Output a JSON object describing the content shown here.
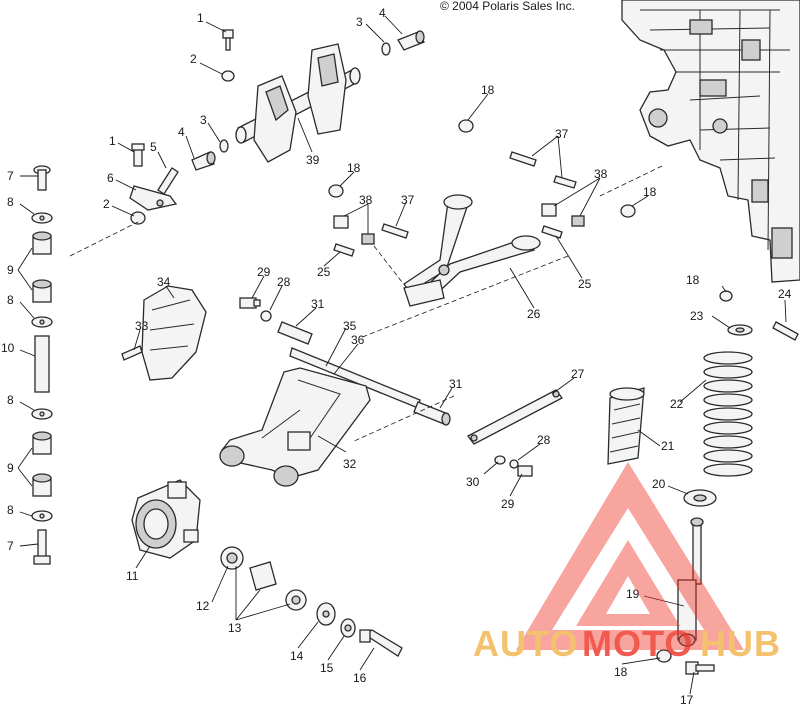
{
  "copyright": "© 2004 Polaris Sales Inc.",
  "watermark": {
    "text_a": "AUTO",
    "text_b": "MOTO",
    "text_c": "HUB",
    "color_a": "#f2b24a",
    "color_b": "#ee3124",
    "color_c": "#f2b24a"
  },
  "callouts": [
    {
      "id": "c1a",
      "label": "1"
    },
    {
      "id": "c2a",
      "label": "2"
    },
    {
      "id": "c3a",
      "label": "3"
    },
    {
      "id": "c4a",
      "label": "4"
    },
    {
      "id": "c39",
      "label": "39"
    },
    {
      "id": "c1b",
      "label": "1"
    },
    {
      "id": "c5",
      "label": "5"
    },
    {
      "id": "c4b",
      "label": "4"
    },
    {
      "id": "c3b",
      "label": "3"
    },
    {
      "id": "c6",
      "label": "6"
    },
    {
      "id": "c2b",
      "label": "2"
    },
    {
      "id": "c7a",
      "label": "7"
    },
    {
      "id": "c8a",
      "label": "8"
    },
    {
      "id": "c9a",
      "label": "9"
    },
    {
      "id": "c8b",
      "label": "8"
    },
    {
      "id": "c10",
      "label": "10"
    },
    {
      "id": "c8c",
      "label": "8"
    },
    {
      "id": "c9b",
      "label": "9"
    },
    {
      "id": "c8d",
      "label": "8"
    },
    {
      "id": "c7b",
      "label": "7"
    },
    {
      "id": "c18a",
      "label": "18"
    },
    {
      "id": "c18b",
      "label": "18"
    },
    {
      "id": "c37a",
      "label": "37"
    },
    {
      "id": "c38a",
      "label": "38"
    },
    {
      "id": "c37b",
      "label": "37"
    },
    {
      "id": "c25a",
      "label": "25"
    },
    {
      "id": "c38b",
      "label": "38"
    },
    {
      "id": "c18c",
      "label": "18"
    },
    {
      "id": "c26",
      "label": "26"
    },
    {
      "id": "c25b",
      "label": "25"
    },
    {
      "id": "c34",
      "label": "34"
    },
    {
      "id": "c33",
      "label": "33"
    },
    {
      "id": "c29a",
      "label": "29"
    },
    {
      "id": "c28a",
      "label": "28"
    },
    {
      "id": "c31a",
      "label": "31"
    },
    {
      "id": "c35",
      "label": "35"
    },
    {
      "id": "c36",
      "label": "36"
    },
    {
      "id": "c31b",
      "label": "31"
    },
    {
      "id": "c32",
      "label": "32"
    },
    {
      "id": "c27",
      "label": "27"
    },
    {
      "id": "c18d",
      "label": "18"
    },
    {
      "id": "c24",
      "label": "24"
    },
    {
      "id": "c23",
      "label": "23"
    },
    {
      "id": "c22",
      "label": "22"
    },
    {
      "id": "c21",
      "label": "21"
    },
    {
      "id": "c28b",
      "label": "28"
    },
    {
      "id": "c30",
      "label": "30"
    },
    {
      "id": "c29b",
      "label": "29"
    },
    {
      "id": "c20",
      "label": "20"
    },
    {
      "id": "c11",
      "label": "11"
    },
    {
      "id": "c12",
      "label": "12"
    },
    {
      "id": "c13",
      "label": "13"
    },
    {
      "id": "c14",
      "label": "14"
    },
    {
      "id": "c15",
      "label": "15"
    },
    {
      "id": "c16",
      "label": "16"
    },
    {
      "id": "c19",
      "label": "19"
    },
    {
      "id": "c18e",
      "label": "18"
    },
    {
      "id": "c17",
      "label": "17"
    }
  ]
}
